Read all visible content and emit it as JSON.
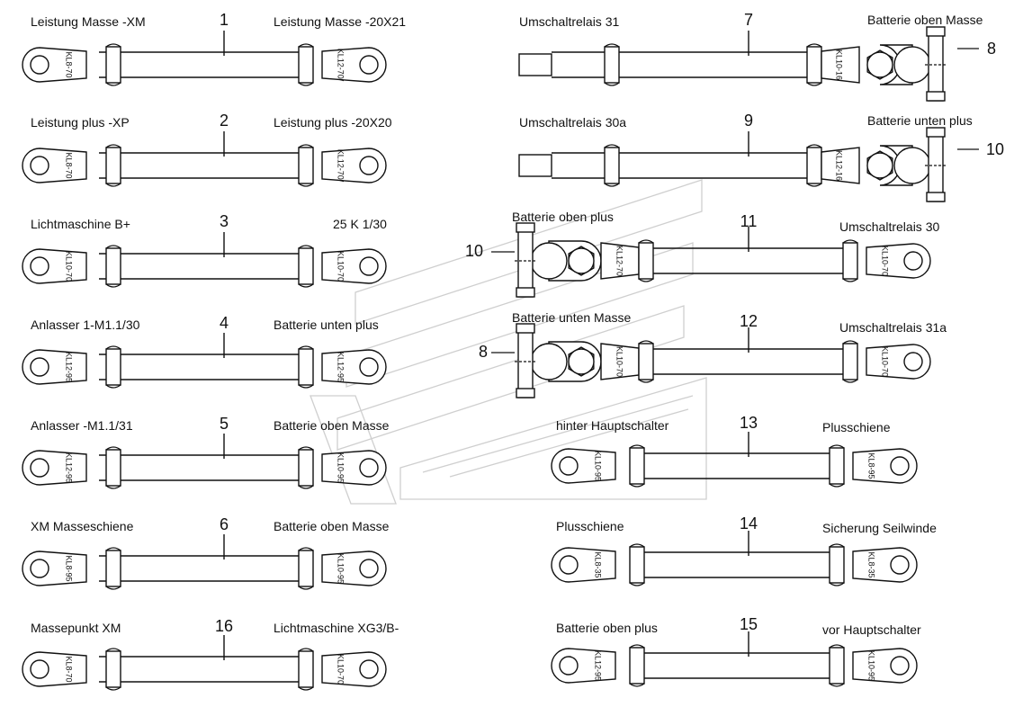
{
  "cables": [
    {
      "number": "1",
      "left_label": "Leistung Masse -XM",
      "right_label": "Leistung Masse -20X21",
      "left_tag": "KL8-70",
      "right_tag": "KL12-70/"
    },
    {
      "number": "2",
      "left_label": "Leistung plus -XP",
      "right_label": "Leistung plus -20X20",
      "left_tag": "KL8-70",
      "right_tag": "KL12-70/"
    },
    {
      "number": "3",
      "left_label": "Lichtmaschine B+",
      "right_label": "25 K 1/30",
      "left_tag": "KL10-70",
      "right_tag": "KL10-70"
    },
    {
      "number": "4",
      "left_label": "Anlasser 1-M1.1/30",
      "right_label": "Batterie unten plus",
      "left_tag": "KL12-95",
      "right_tag": "KL12-95"
    },
    {
      "number": "5",
      "left_label": "Anlasser -M1.1/31",
      "right_label": "Batterie oben Masse",
      "left_tag": "KL12-95",
      "right_tag": "KL10-95"
    },
    {
      "number": "6",
      "left_label": "XM Masseschiene",
      "right_label": "Batterie oben Masse",
      "left_tag": "KL8-95",
      "right_tag": "KL10-95"
    },
    {
      "number": "16",
      "left_label": "Massepunkt XM",
      "right_label": "Lichtmaschine XG3/B-",
      "left_tag": "KL8-70",
      "right_tag": "KL10-70"
    },
    {
      "number": "7",
      "left_label": "Umschaltrelais 31",
      "right_label": "Batterie oben Masse",
      "left_tag": "",
      "right_tag": "KL10-16",
      "clamp_number": "8"
    },
    {
      "number": "9",
      "left_label": "Umschaltrelais 30a",
      "right_label": "Batterie unten plus",
      "left_tag": "",
      "right_tag": "KL12-16",
      "clamp_number": "10"
    },
    {
      "number": "11",
      "left_label": "Batterie oben plus",
      "right_label": "Umschaltrelais 30",
      "left_tag": "KL12-70",
      "right_tag": "KL10-70",
      "clamp_number": "10"
    },
    {
      "number": "12",
      "left_label": "Batterie unten Masse",
      "right_label": "Umschaltrelais 31a",
      "left_tag": "KL10-70",
      "right_tag": "KL10-70",
      "clamp_number": "8"
    },
    {
      "number": "13",
      "left_label": "hinter Hauptschalter",
      "right_label": "Plusschiene",
      "left_tag": "KL10-95",
      "right_tag": "KL8-95"
    },
    {
      "number": "14",
      "left_label": "Plusschiene",
      "right_label": "Sicherung Seilwinde",
      "left_tag": "KL8-35",
      "right_tag": "KL8-35"
    },
    {
      "number": "15",
      "left_label": "Batterie oben plus",
      "right_label": "vor Hauptschalter",
      "left_tag": "KL12-95",
      "right_tag": "KL10-95"
    }
  ],
  "colors": {
    "line": "#111111",
    "watermark": "#cfcfcf"
  }
}
